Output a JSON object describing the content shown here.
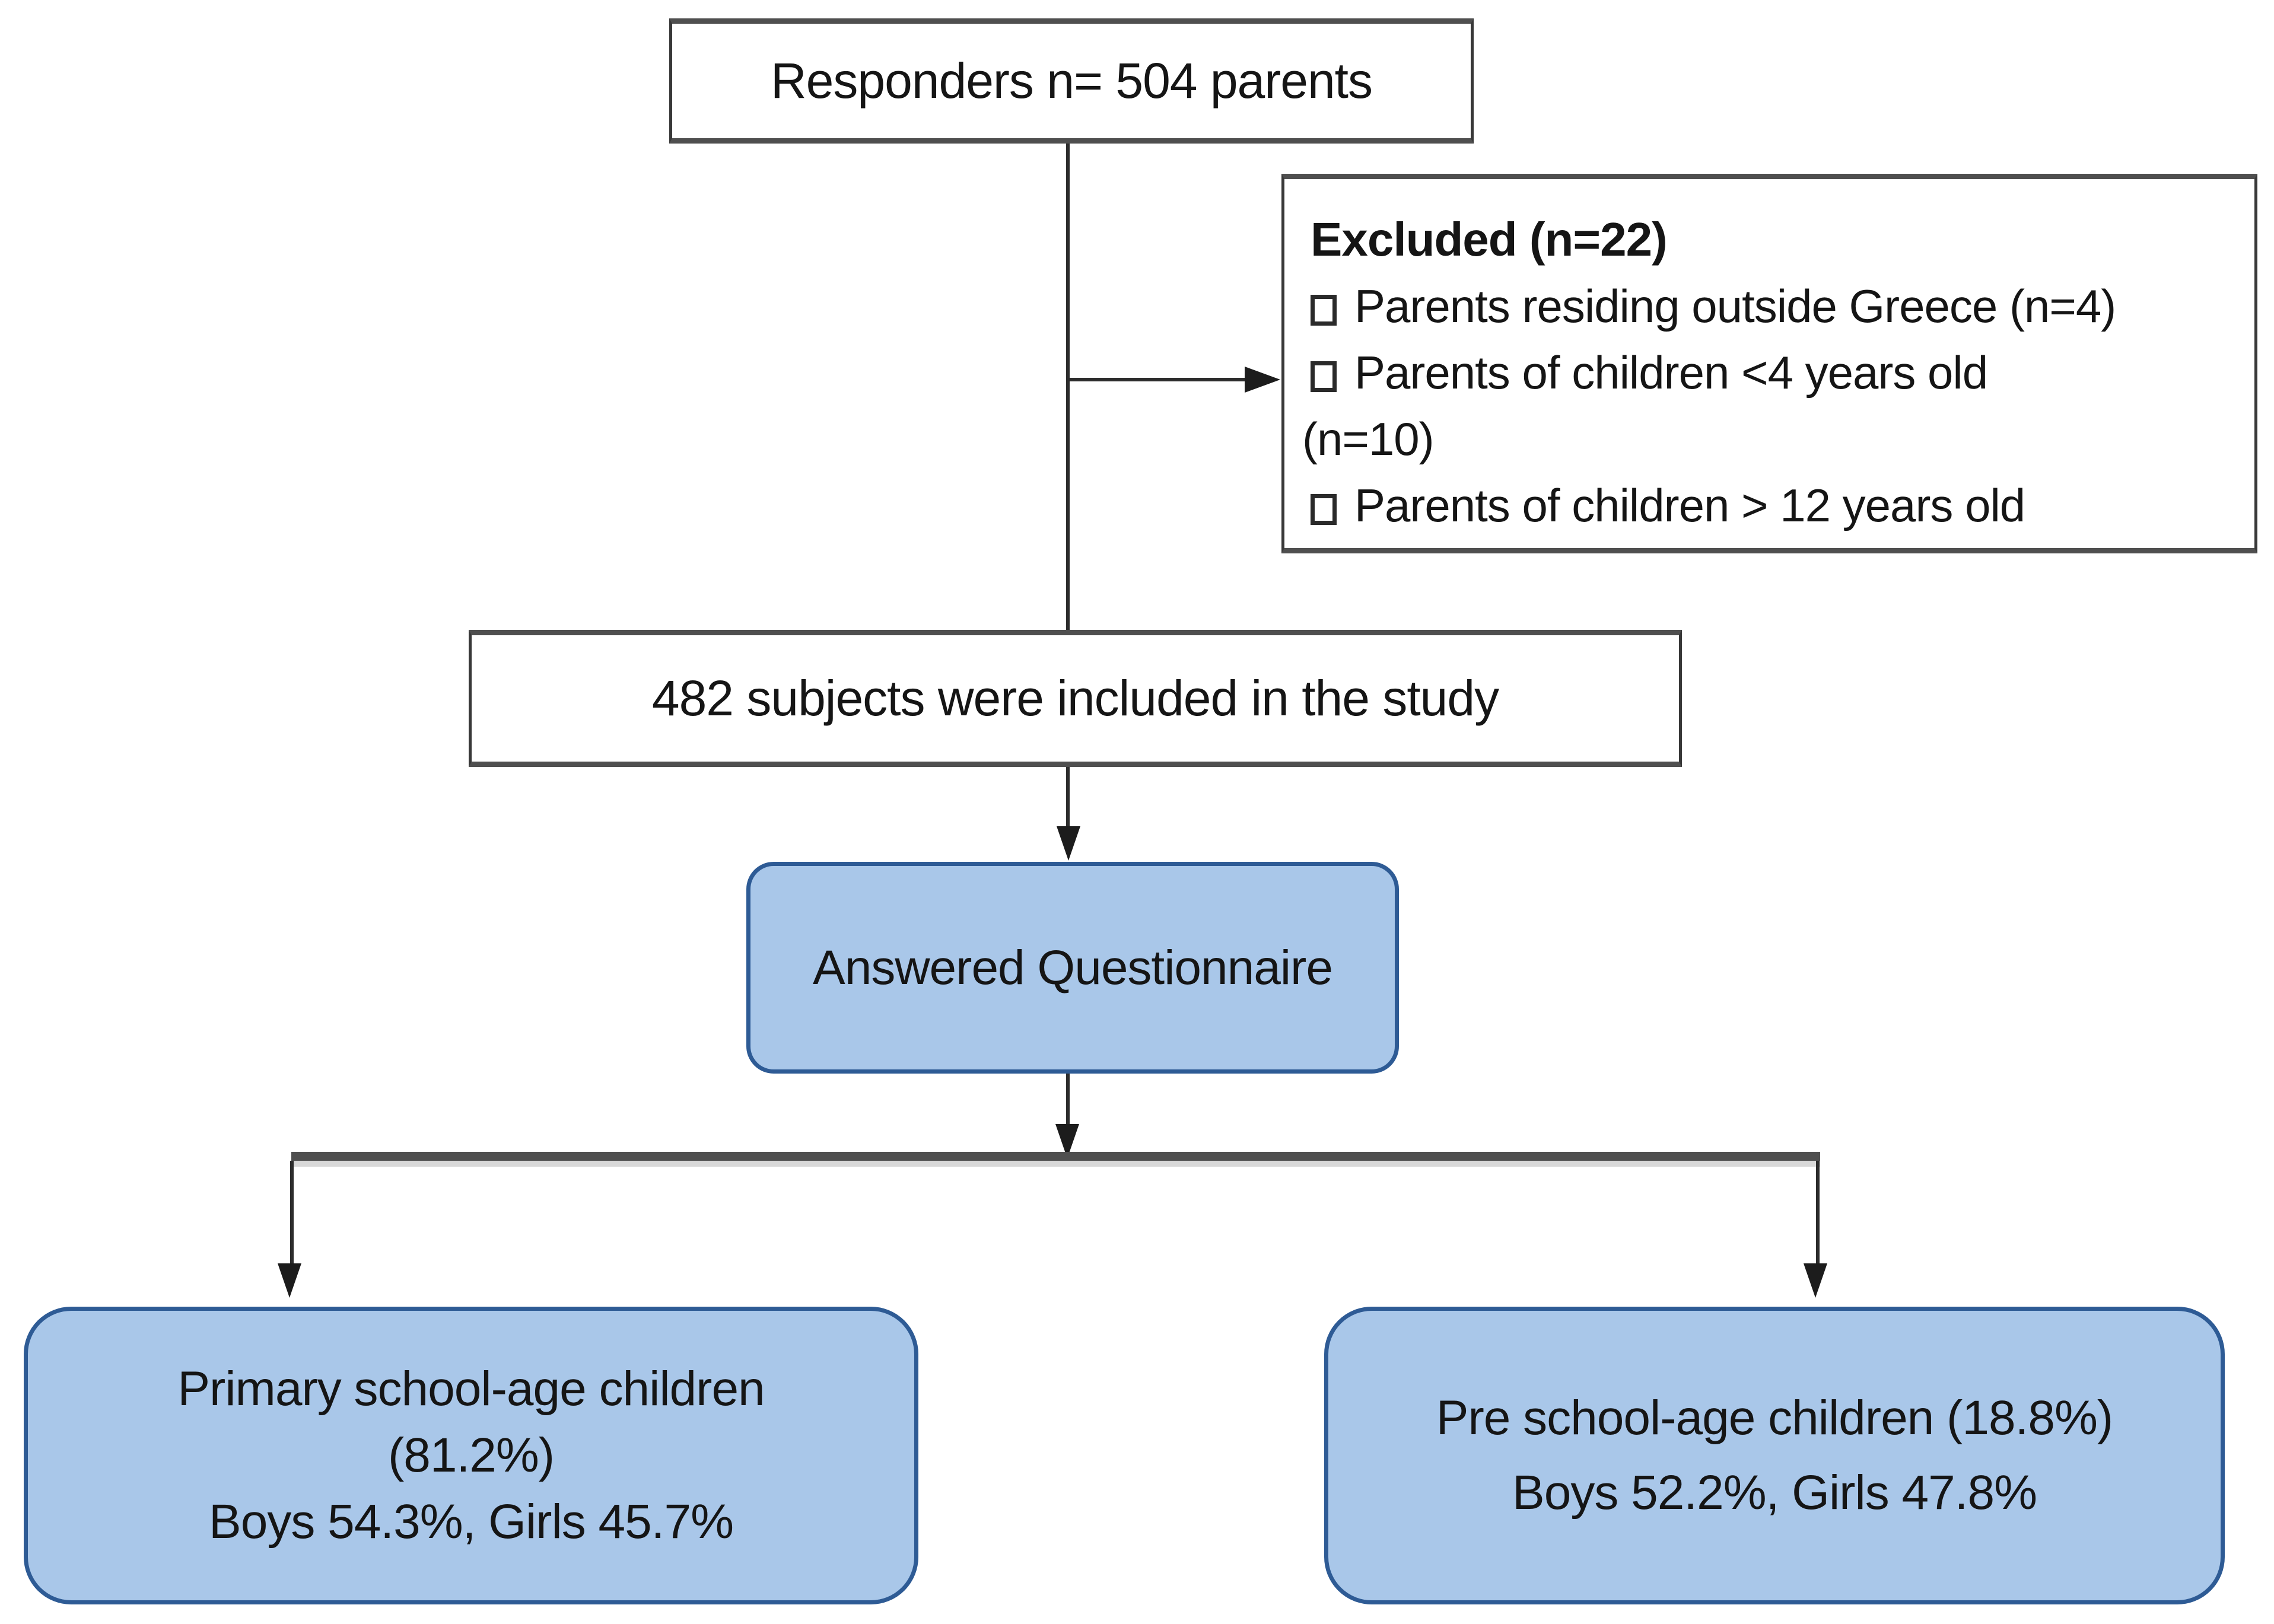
{
  "figure": {
    "type": "study-flow-diagram",
    "colors": {
      "node_fill_blue": "#a9c7e9",
      "node_border_blue": "#2e5b95",
      "node_border_gray": "#4f4f4f",
      "connector": "#2c2c2c"
    },
    "nodes": {
      "responders": {
        "text": "Responders n= 504 parents"
      },
      "excluded": {
        "title": "Excluded (n=22)",
        "bullet_icon": "hollow-square",
        "items": [
          {
            "text": "Parents residing outside Greece (n=4)"
          },
          {
            "text": "Parents of children <4 years old"
          },
          {
            "text": "(n=10)"
          },
          {
            "text": "Parents of children > 12 years old"
          }
        ]
      },
      "included": {
        "text": "482 subjects were included in the study"
      },
      "answered": {
        "text": "Answered Questionnaire"
      },
      "primary_school": {
        "lines": [
          "Primary school-age children",
          "(81.2%)",
          "Boys 54.3%, Girls 45.7%"
        ]
      },
      "pre_school": {
        "lines": [
          "Pre school-age children (18.8%)",
          "Boys 52.2%, Girls 47.8%"
        ]
      }
    }
  }
}
